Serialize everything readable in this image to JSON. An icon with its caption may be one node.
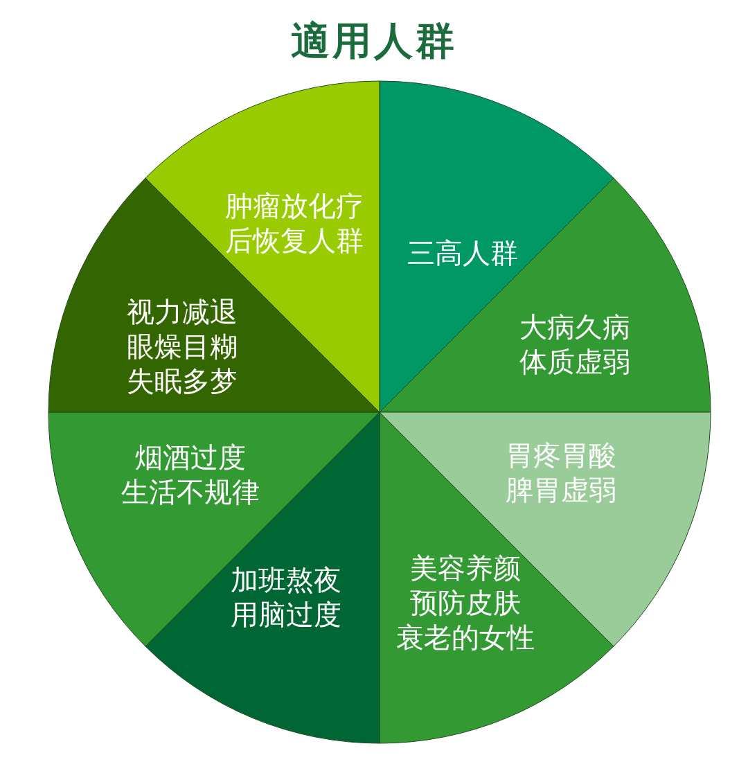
{
  "diagram": {
    "title": "適用人群",
    "nodes": [
      {
        "text": [
          "三高人群"
        ]
      },
      {
        "text": [
          "大病久病体质虚弱"
        ]
      },
      {
        "text": [
          "胃疼胃酸脾胃虚弱"
        ]
      },
      {
        "text": [
          "美容养颜预防皮肤衰老的女性"
        ]
      },
      {
        "text": [
          "加班熬夜用脑过度"
        ]
      },
      {
        "text": [
          "烟酒过度生活不规律"
        ]
      },
      {
        "text": [
          "视力减退眼燥目糊失眠多梦"
        ]
      },
      {
        "text": [
          "肿瘤放化疗后恢复人群"
        ]
      }
    ]
  }
}
